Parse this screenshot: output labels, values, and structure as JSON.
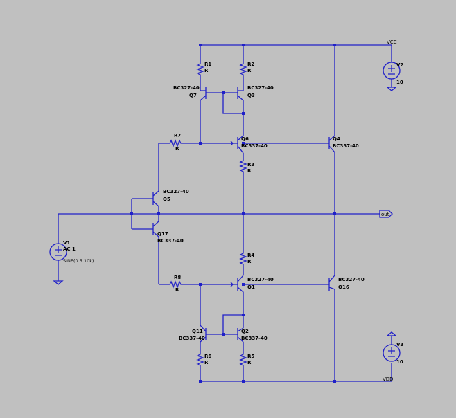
{
  "nets": {
    "vcc": "VCC",
    "vdd": "VDD",
    "out": "out"
  },
  "sources": {
    "v1": {
      "name": "V1",
      "value": "AC 1",
      "func": "SINE(0 5 10k)"
    },
    "v2": {
      "name": "V2",
      "value": "10"
    },
    "v3": {
      "name": "V3",
      "value": "10"
    }
  },
  "resistors": {
    "r1": {
      "name": "R1",
      "value": "R"
    },
    "r2": {
      "name": "R2",
      "value": "R"
    },
    "r3": {
      "name": "R3",
      "value": "R"
    },
    "r4": {
      "name": "R4",
      "value": "R"
    },
    "r5": {
      "name": "R5",
      "value": "R"
    },
    "r6": {
      "name": "R6",
      "value": "R"
    },
    "r7": {
      "name": "R7",
      "value": "R"
    },
    "r8": {
      "name": "R8",
      "value": "R"
    }
  },
  "transistors": {
    "q7": {
      "name": "Q7",
      "model": "BC327-40"
    },
    "q3": {
      "name": "Q3",
      "model": "BC327-40"
    },
    "q6": {
      "name": "Q6",
      "model": "BC337-40"
    },
    "q4": {
      "name": "Q4",
      "model": "BC337-40"
    },
    "q5": {
      "name": "Q5",
      "model": "BC327-40"
    },
    "q17": {
      "name": "Q17",
      "model": "BC337-40"
    },
    "q1": {
      "name": "Q1",
      "model": "BC327-40"
    },
    "q16": {
      "name": "Q16",
      "model": "BC327-40"
    },
    "q11": {
      "name": "Q11",
      "model": "BC337-40"
    },
    "q2": {
      "name": "Q2",
      "model": "BC337-40"
    }
  },
  "colors": {
    "background": "#c0c0c0",
    "wire": "#2020c8",
    "text": "#000000"
  }
}
